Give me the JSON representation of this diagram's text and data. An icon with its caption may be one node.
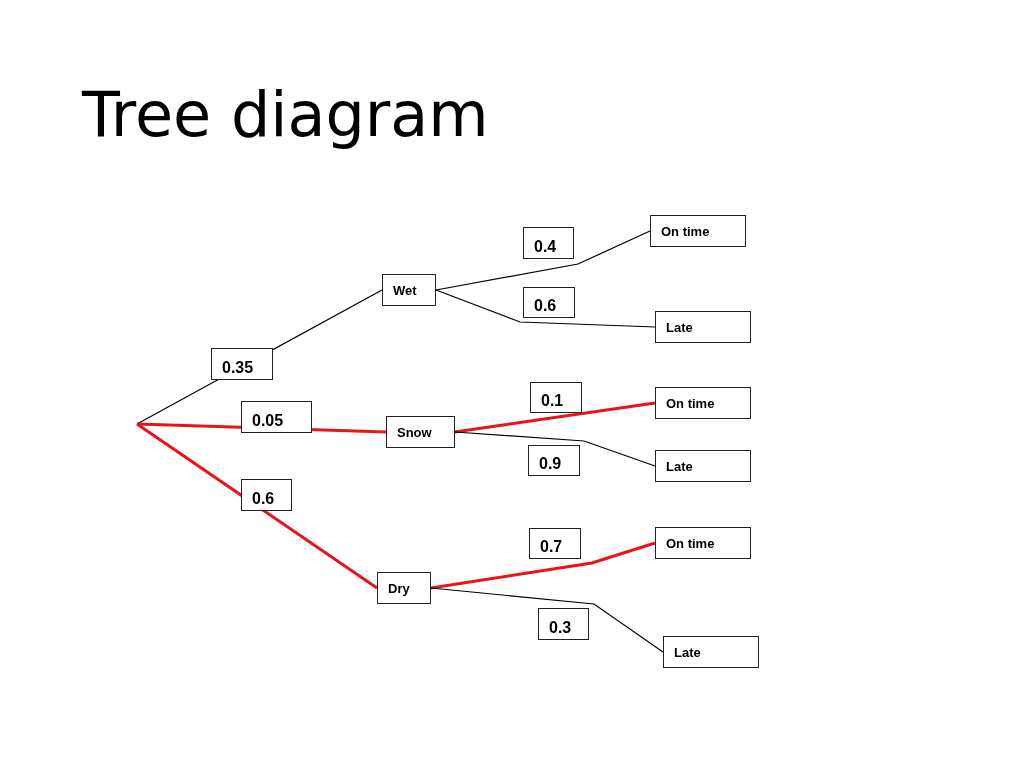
{
  "diagram": {
    "title": "Tree diagram",
    "nodes": [
      {
        "text": [
          "0.35"
        ]
      },
      {
        "text": [
          "0.05"
        ]
      },
      {
        "text": [
          "0.6"
        ]
      },
      {
        "text": [
          "Wet"
        ]
      },
      {
        "text": [
          "Snow"
        ]
      },
      {
        "text": [
          "Dry"
        ]
      },
      {
        "text": [
          "0.4"
        ]
      },
      {
        "text": [
          "0.6"
        ]
      },
      {
        "text": [
          "0.1"
        ]
      },
      {
        "text": [
          "0.9"
        ]
      },
      {
        "text": [
          "0.7"
        ]
      },
      {
        "text": [
          "0.3"
        ]
      },
      {
        "text": [
          "On time"
        ]
      },
      {
        "text": [
          "Late"
        ]
      },
      {
        "text": [
          "On time"
        ]
      },
      {
        "text": [
          "Late"
        ]
      },
      {
        "text": [
          "On time"
        ]
      },
      {
        "text": [
          "Late"
        ]
      }
    ],
    "edges": [
      {
        "from": null,
        "to": 3,
        "arrow": "none"
      },
      {
        "from": null,
        "to": 4,
        "arrow": "none",
        "style": "thick",
        "color": "#e8141b"
      },
      {
        "from": null,
        "to": 5,
        "arrow": "none",
        "style": "thick",
        "color": "#e8141b"
      },
      {
        "from": 3,
        "to": 12,
        "arrow": "none"
      },
      {
        "from": 3,
        "to": 13,
        "arrow": "none"
      },
      {
        "from": 4,
        "to": 14,
        "arrow": "none",
        "style": "thick",
        "color": "#e8141b"
      },
      {
        "from": 4,
        "to": 15,
        "arrow": "none"
      },
      {
        "from": 5,
        "to": 16,
        "arrow": "none",
        "style": "thick",
        "color": "#e8141b"
      },
      {
        "from": 5,
        "to": 17,
        "arrow": "none"
      }
    ]
  }
}
